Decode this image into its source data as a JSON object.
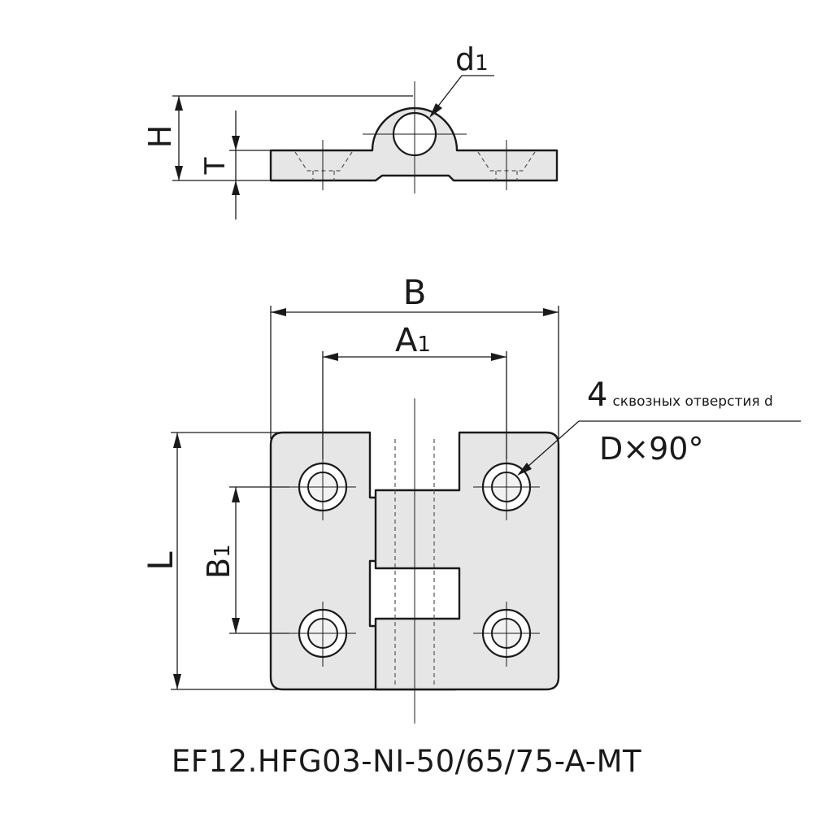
{
  "labels": {
    "d1_main": "d",
    "d1_sub": "1",
    "h": "H",
    "t": "T",
    "b": "B",
    "a1_main": "A",
    "a1_sub": "1",
    "b1_main": "B",
    "b1_sub": "1",
    "l": "L",
    "holes_count": "4",
    "holes_text": "сквозных отверстия d",
    "countersink": "D×90°"
  },
  "model_code": "EF12.HFG03-NI-50/65/75-A-MT"
}
